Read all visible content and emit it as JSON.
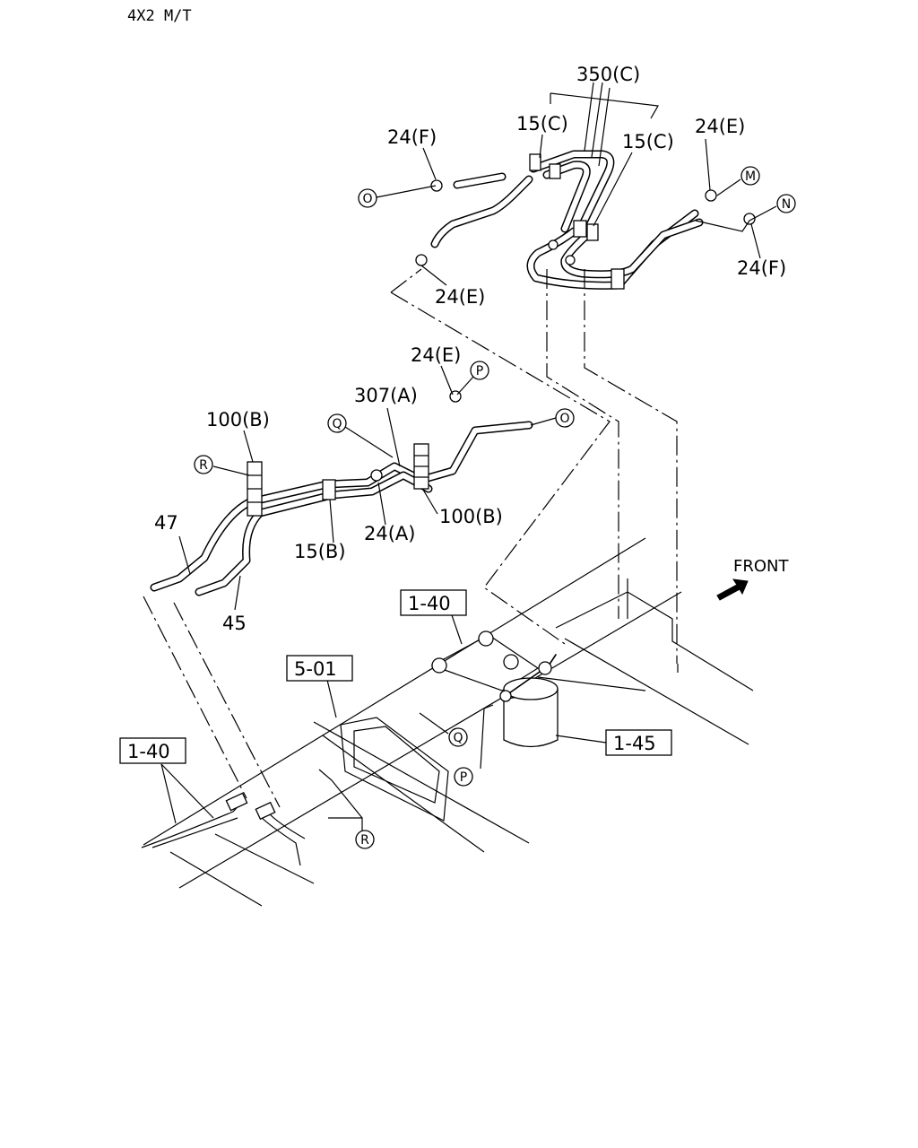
{
  "header": {
    "variant": "4X2 M/T"
  },
  "front_label": "FRONT",
  "labels": {
    "l350c": "350(C)",
    "l15c_a": "15(C)",
    "l15c_b": "15(C)",
    "l24f_a": "24(F)",
    "l24e_a": "24(E)",
    "l24e_b": "24(E)",
    "l24f_b": "24(F)",
    "l24e_c": "24(E)",
    "l307a": "307(A)",
    "l100b_a": "100(B)",
    "l100b_b": "100(B)",
    "l24a": "24(A)",
    "l15b": "15(B)",
    "l47": "47",
    "l45": "45"
  },
  "ref_boxes": {
    "r140_top": "1-40",
    "r501": "5-01",
    "r140_left": "1-40",
    "r145": "1-45"
  },
  "connectors": {
    "o_top": "O",
    "m": "M",
    "n": "N",
    "p_top": "P",
    "q_top": "Q",
    "o_mid": "O",
    "r_top": "R",
    "q_bot": "Q",
    "p_bot": "P",
    "r_bot": "R"
  }
}
